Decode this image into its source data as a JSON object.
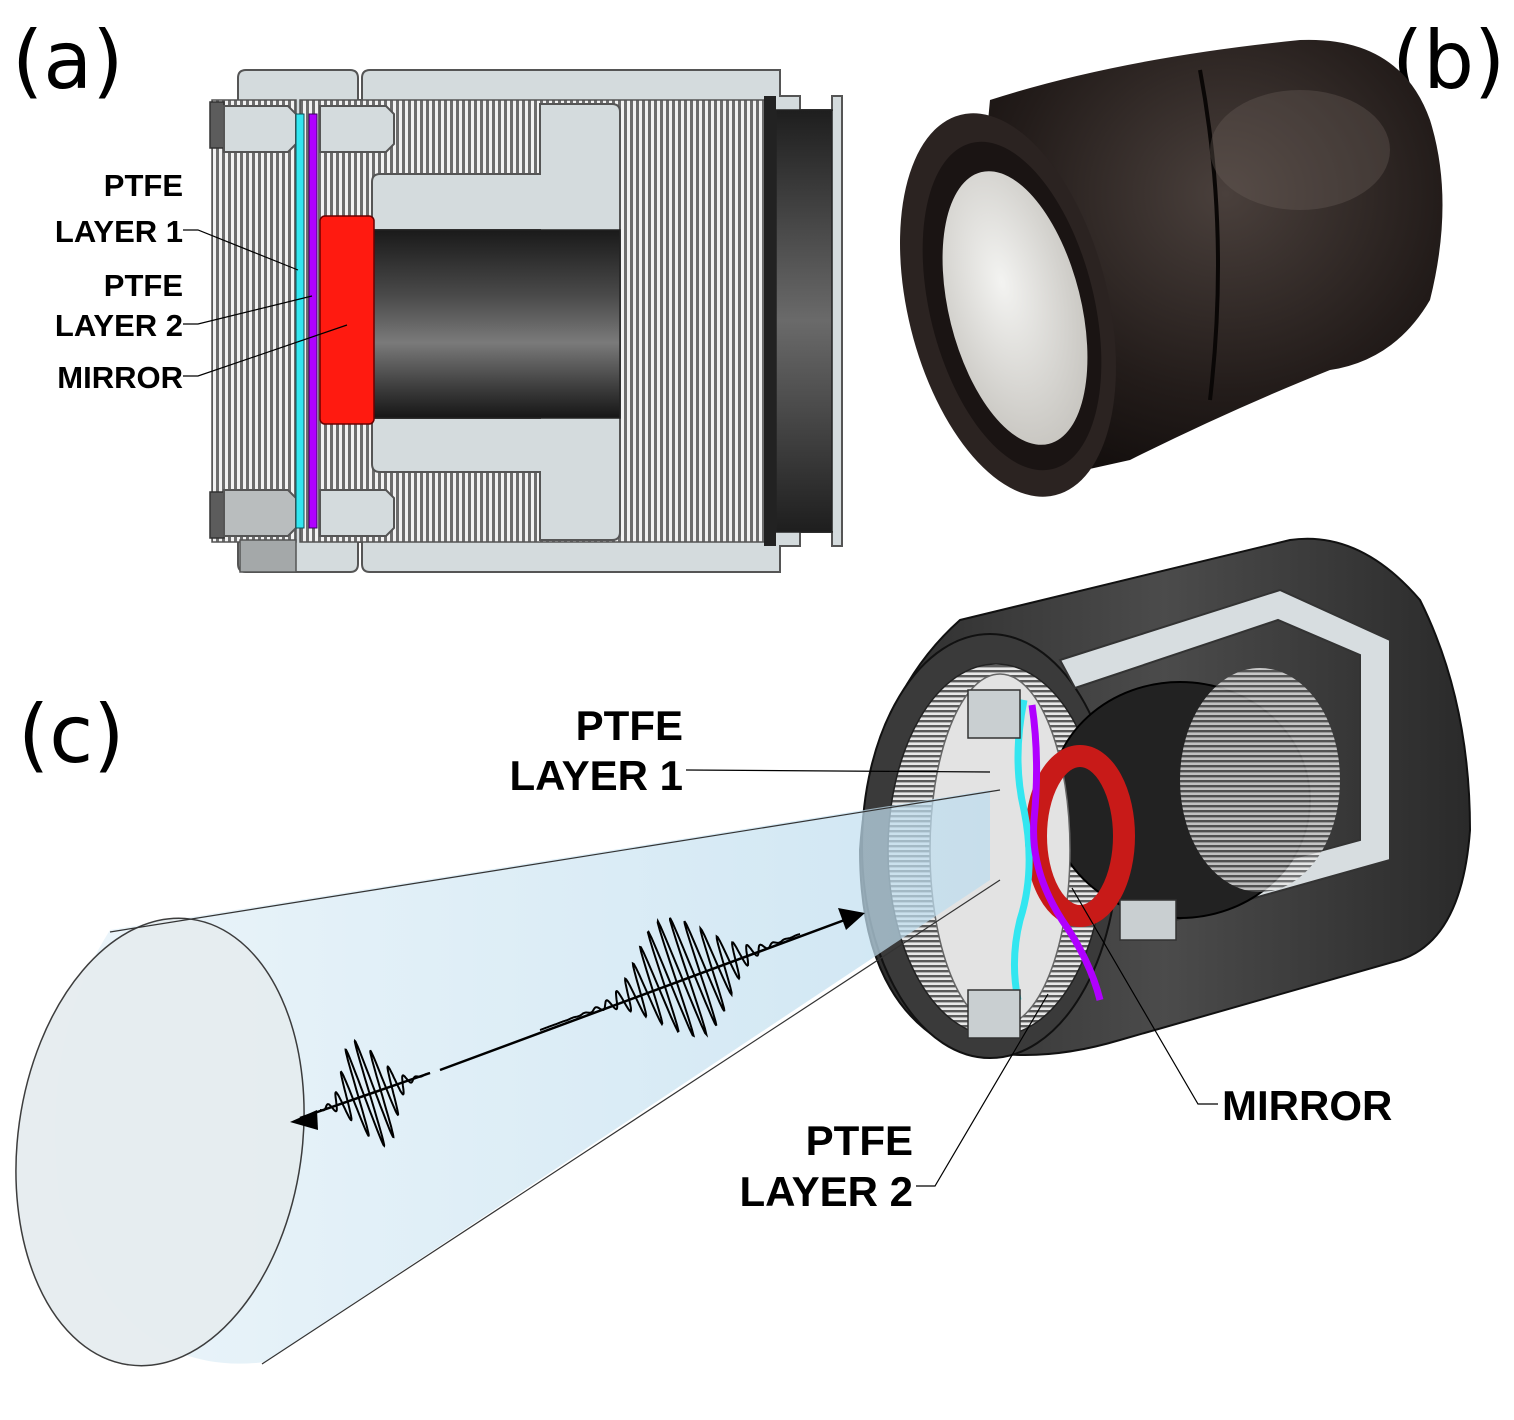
{
  "panels": {
    "a": {
      "letter": "(a)",
      "labels": {
        "ptfe1_line1": "PTFE",
        "ptfe1_line2": "LAYER 1",
        "ptfe2_line1": "PTFE",
        "ptfe2_line2": "LAYER 2",
        "mirror": "MIRROR"
      }
    },
    "b": {
      "letter": "(b)"
    },
    "c": {
      "letter": "(c)",
      "labels": {
        "ptfe1_line1": "PTFE",
        "ptfe1_line2": "LAYER 1",
        "ptfe2_line1": "PTFE",
        "ptfe2_line2": "LAYER 2",
        "mirror": "MIRROR"
      }
    }
  },
  "colors": {
    "ptfe_layer_1": "#33e6f0",
    "ptfe_layer_2": "#b000ff",
    "mirror": "#ff1a10",
    "housing_light": "#d3dadc",
    "housing_dark": "#3c3c3c",
    "beam": "#cfe6f2"
  }
}
